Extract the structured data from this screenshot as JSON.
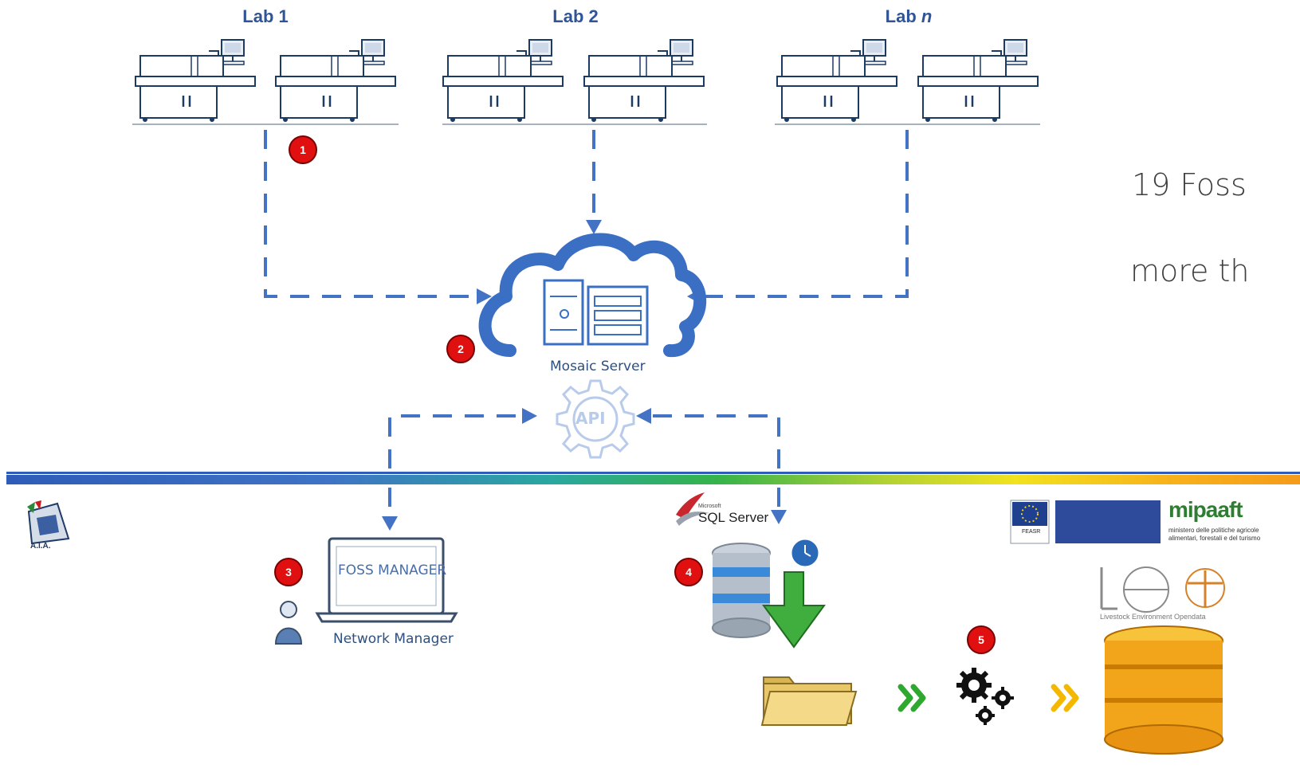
{
  "labs": [
    {
      "name": "Lab 1",
      "italic_suffix": ""
    },
    {
      "name": "Lab 2",
      "italic_suffix": ""
    },
    {
      "name": "Lab ",
      "italic_suffix": "n"
    }
  ],
  "side_text": {
    "line1": "19 Foss",
    "line2": "more th"
  },
  "server": {
    "label": "Mosaic Server",
    "api_label": "API"
  },
  "network_manager": {
    "screen_label": "FOSS MANAGER",
    "caption": "Network Manager"
  },
  "sql": {
    "brand_small": "Microsoft",
    "brand": "SQL Server"
  },
  "badges": [
    "1",
    "2",
    "3",
    "4",
    "5"
  ],
  "logos": {
    "aia": "A.I.A.",
    "mipaaft": "mipaaft",
    "mipaaft_sub1": "ministero delle politiche agricole",
    "mipaaft_sub2": "alimentari, forestali e del turismo",
    "feasr": "FEASR",
    "leo_caption": "Livestock Environment Opendata"
  },
  "colors": {
    "dash_line": "#4472c4",
    "lab_title": "#2f5597",
    "badge": "#e01010",
    "cloud": "#3a6fc4",
    "chevron_green": "#2ea82e",
    "chevron_orange": "#f5b800"
  }
}
